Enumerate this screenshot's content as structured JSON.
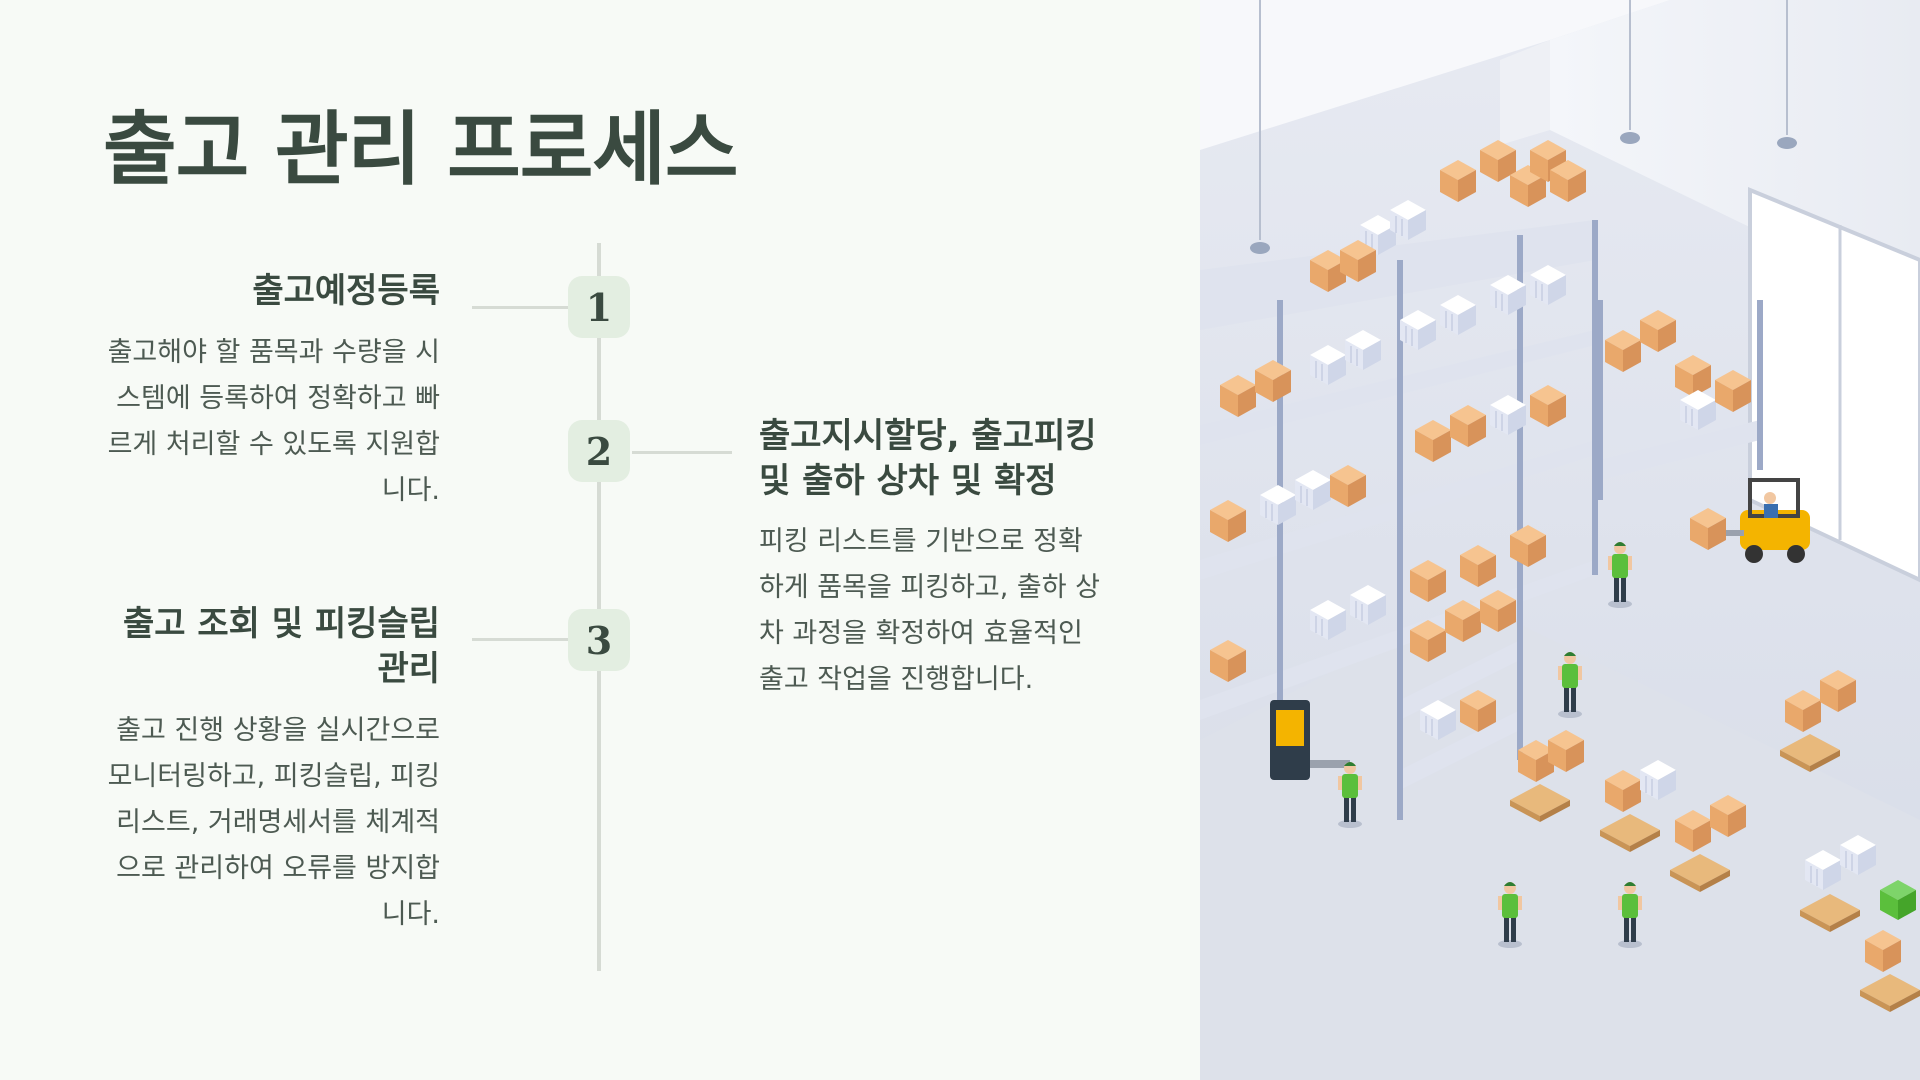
{
  "page": {
    "title": "출고 관리 프로세스"
  },
  "steps": [
    {
      "number": "1",
      "heading": "출고예정등록",
      "body": "출고해야 할 품목과 수량을 시스템에 등록하여 정확하고 빠르게 처리할 수 있도록 지원합니다."
    },
    {
      "number": "2",
      "heading": "출고지시할당, 출고피킹 및 출하 상차 및 확정",
      "body": "피킹 리스트를 기반으로 정확하게 품목을 피킹하고, 출하 상차 과정을 확정하여 효율적인 출고 작업을 진행합니다."
    },
    {
      "number": "3",
      "heading": "출고 조회 및 피킹슬립 관리",
      "body": "출고 진행 상황을 실시간으로 모니터링하고, 피킹슬립, 피킹리스트, 거래명세서를 체계적으로 관리하여 오류를 방지합니다."
    }
  ],
  "illustration": {
    "icon": "warehouse-illustration"
  },
  "colors": {
    "background": "#f7faf6",
    "heading": "#3a4a40",
    "body": "#4d5a52",
    "badge": "#e3eee1",
    "timeline": "#d6dbd4",
    "box": "#f3b57b",
    "worker_vest": "#5bbf3c"
  }
}
